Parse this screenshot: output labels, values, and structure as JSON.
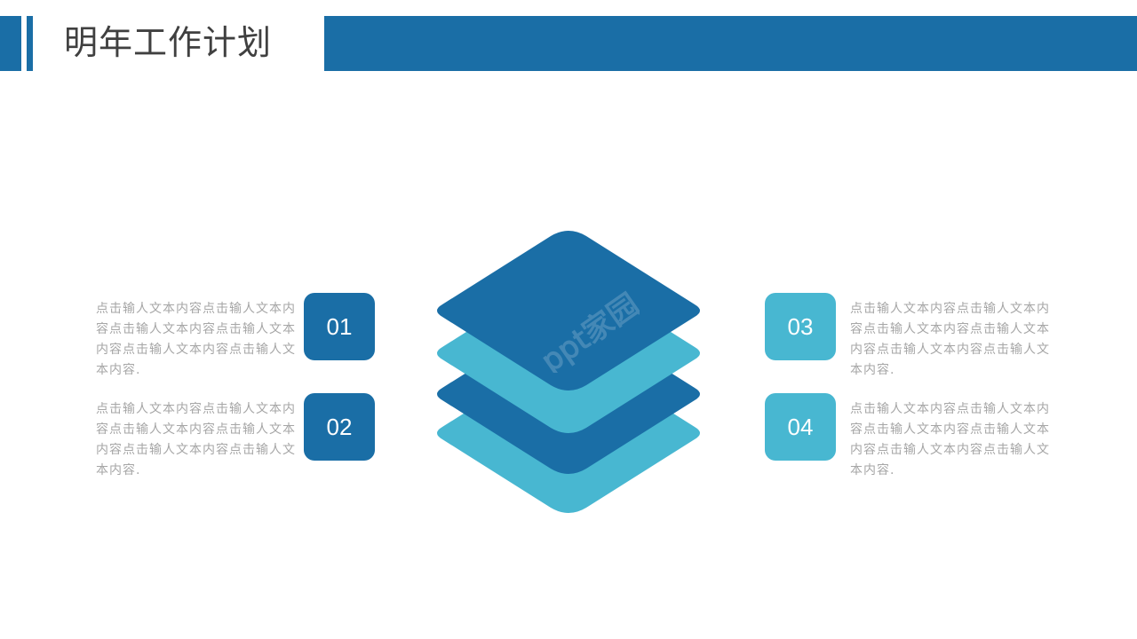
{
  "colors": {
    "dark_blue": "#1a6ea6",
    "light_blue": "#48b7d1",
    "title_text": "#404040",
    "desc_text": "#a6a6a6"
  },
  "header": {
    "title": "明年工作计划"
  },
  "items": [
    {
      "number": "01",
      "text": "点击输人文本内容点击输人文本内容点击输人文本内容点击输人文本内容点击输人文本内容点击输人文本内容."
    },
    {
      "number": "02",
      "text": "点击输人文本内容点击输人文本内容点击输人文本内容点击输人文本内容点击输人文本内容点击输人文本内容."
    },
    {
      "number": "03",
      "text": "点击输人文本内容点击输人文本内容点击输人文本内容点击输人文本内容点击输人文本内容点击输人文本内容."
    },
    {
      "number": "04",
      "text": "点击输人文本内容点击输人文本内容点击输人文本内容点击输人文本内容点击输人文本内容点击输人文本内容."
    }
  ],
  "watermark": {
    "text": "ppt家园"
  }
}
